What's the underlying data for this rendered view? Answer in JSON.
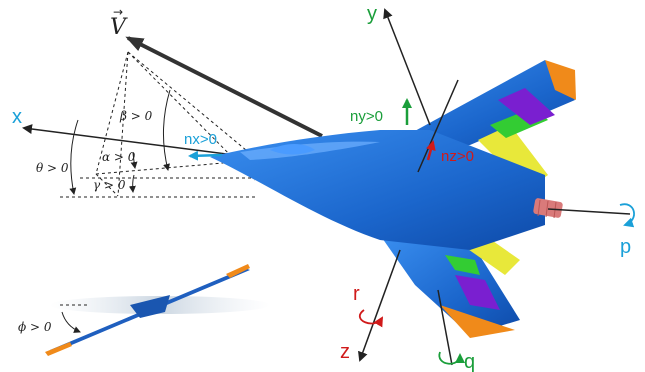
{
  "labels": {
    "velocity": "V",
    "x_axis": "x",
    "y_axis": "y",
    "z_axis": "z",
    "p_rate": "p",
    "q_rate": "q",
    "r_rate": "r",
    "nx": "nx>0",
    "ny": "ny>0",
    "nz": "nz>0",
    "beta": "β > 0",
    "alpha": "α > 0",
    "gamma": "γ > 0",
    "theta": "θ > 0",
    "phi": "ϕ > 0"
  },
  "colors": {
    "x_axis_label": "#1aa0d8",
    "y_axis_label": "#1a9e3a",
    "z_axis_label": "#d01a1a",
    "nx_arrow": "#1aa0d8",
    "ny_arrow": "#1a9e3a",
    "nz_arrow": "#d01a1a",
    "body_blue": "#1f73d6",
    "wing_yellow": "#e8e83a",
    "wing_green": "#33cc33",
    "wing_purple": "#7a1fd0",
    "wing_orange": "#f08a1a",
    "nozzle": "#d97a7a"
  }
}
